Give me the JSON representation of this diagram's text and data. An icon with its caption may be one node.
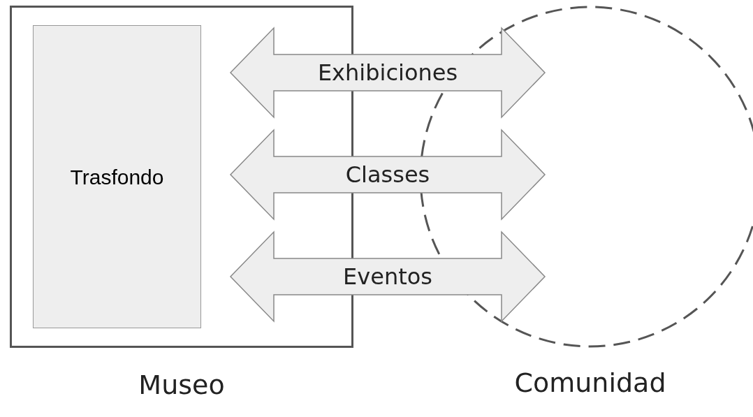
{
  "diagram": {
    "nodes": [
      {
        "text": [
          "Museo"
        ]
      },
      {
        "text": [
          "Trasfondo"
        ],
        "in": 0
      },
      {
        "text": [
          "Comunidad"
        ]
      }
    ],
    "edges": [
      {
        "from": 0,
        "to": 2,
        "arrow": "both",
        "label": "Exhibiciones",
        "style": "thick"
      },
      {
        "from": 0,
        "to": 2,
        "arrow": "both",
        "label": "Classes",
        "style": "thick"
      },
      {
        "from": 0,
        "to": 2,
        "arrow": "both",
        "label": "Eventos",
        "style": "thick"
      }
    ]
  }
}
